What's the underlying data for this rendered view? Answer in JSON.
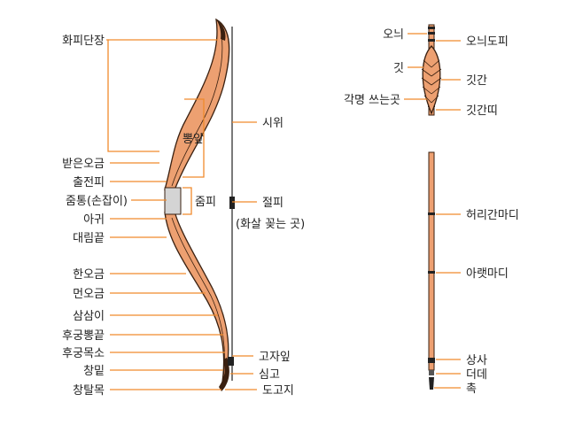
{
  "bow": {
    "labels_left": [
      "화피단장",
      "받은오금",
      "출전피",
      "줌통(손잡이)",
      "아귀",
      "대림끝",
      "한오금",
      "먼오금",
      "삼삼이",
      "후궁뽕끝",
      "후궁목소",
      "창밑",
      "창탈목"
    ],
    "label_inner": "뽕앞",
    "label_grip": "줌피",
    "label_string": "시위",
    "label_nock_point": "절피",
    "label_nock_note": "(화살 꽂는 곳)",
    "labels_tip": [
      "고자잎",
      "심고",
      "도고지"
    ]
  },
  "arrow_head": {
    "labels_left": [
      "오늬",
      "깃",
      "각명 쓰는곳"
    ],
    "labels_right": [
      "오늬도피",
      "깃간",
      "깃간띠"
    ]
  },
  "arrow_shaft": {
    "labels": [
      "허리간마디",
      "아랫마디",
      "상사",
      "더데",
      "촉"
    ]
  },
  "colors": {
    "wood": "#eda071",
    "leader": "#f08a2c",
    "outline": "#3a2010",
    "grip": "#d4d4d4"
  }
}
